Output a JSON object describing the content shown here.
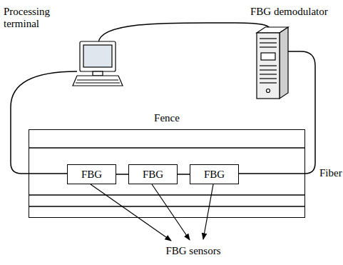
{
  "diagram": {
    "nodes": [
      {
        "text": [
          "Fence"
        ]
      },
      {
        "text": [
          "FBG"
        ],
        "in": 0
      },
      {
        "text": [
          "FBG"
        ],
        "in": 0
      },
      {
        "text": [
          "FBG"
        ],
        "in": 0
      }
    ],
    "edges": [
      {
        "from": 1,
        "to": 2,
        "arrow": "none"
      },
      {
        "from": 2,
        "to": 3,
        "arrow": "none"
      }
    ],
    "labels": [
      "Processing terminal",
      "FBG demodulator",
      "Fiber",
      "FBG sensors"
    ]
  }
}
